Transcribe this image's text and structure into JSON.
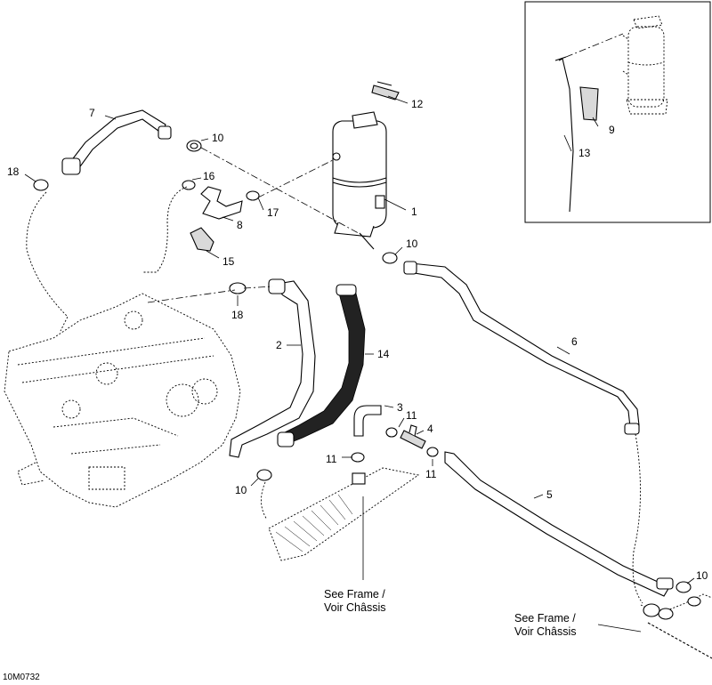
{
  "drawing_code": "10M0732",
  "notes": {
    "frame_note_center": {
      "line1": "See Frame /",
      "line2": "Voir Châssis"
    },
    "frame_note_right": {
      "line1": "See Frame /",
      "line2": "Voir Châssis"
    }
  },
  "callouts": {
    "c1": "1",
    "c2": "2",
    "c3": "3",
    "c4": "4",
    "c5": "5",
    "c6": "6",
    "c7": "7",
    "c8": "8",
    "c9": "9",
    "c10a": "10",
    "c10b": "10",
    "c10c": "10",
    "c10d": "10",
    "c11a": "11",
    "c11b": "11",
    "c11c": "11",
    "c12": "12",
    "c13": "13",
    "c14": "14",
    "c15": "15",
    "c16": "16",
    "c17": "17",
    "c18a": "18",
    "c18b": "18"
  }
}
